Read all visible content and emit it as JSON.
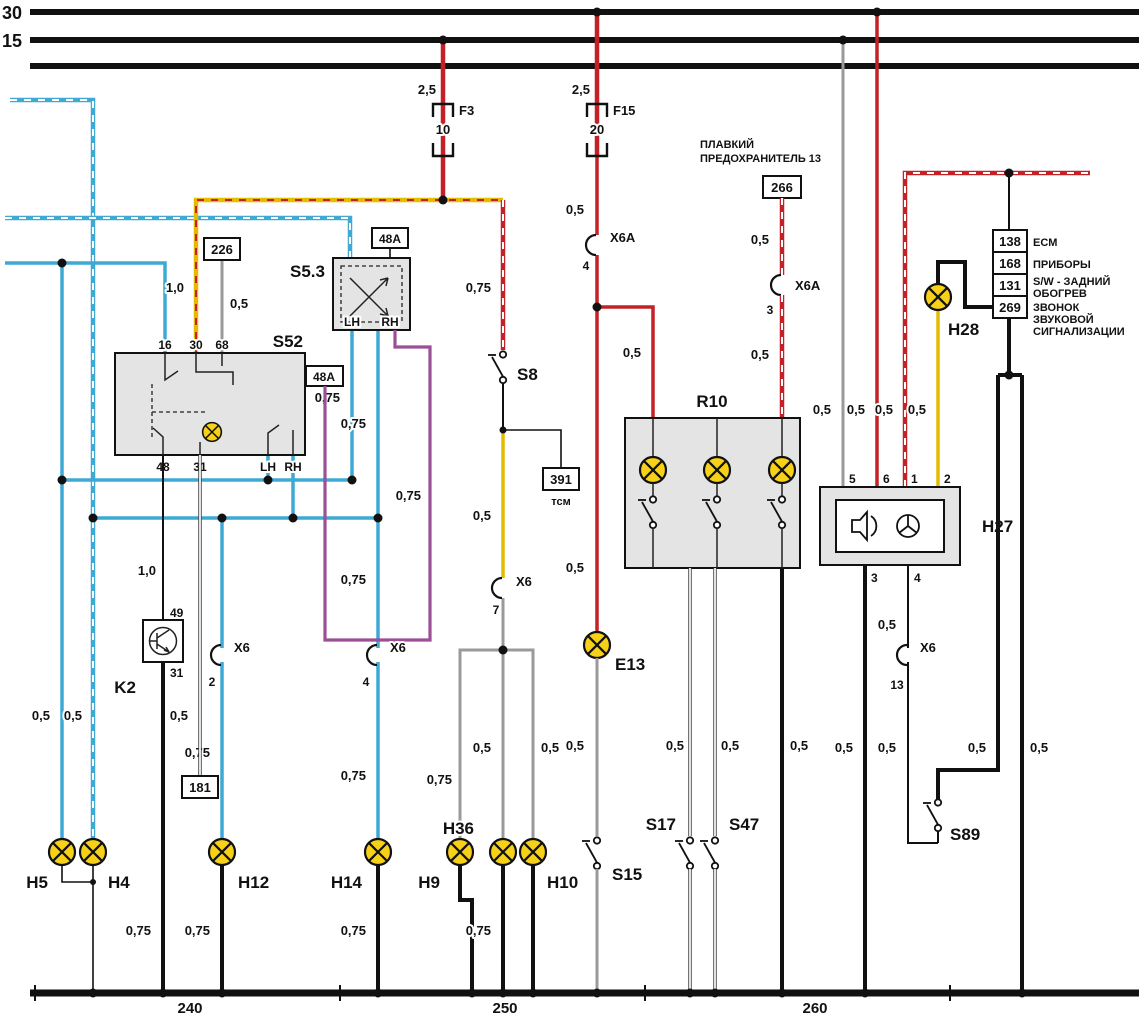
{
  "diagram": {
    "rails": {
      "r30": "30",
      "r15": "15"
    },
    "sections": [
      "240",
      "250",
      "260"
    ]
  },
  "fuses": {
    "f3": {
      "name": "F3",
      "rating": "10"
    },
    "f15": {
      "name": "F15",
      "rating": "20"
    }
  },
  "fusible_link": {
    "line1": "ПЛАВКИЙ",
    "line2": "ПРЕДОХРАНИТЕЛЬ 13"
  },
  "connectors": {
    "x6a_4": {
      "name": "X6A",
      "pin": "4"
    },
    "x6a_3": {
      "name": "X6A",
      "pin": "3"
    },
    "x6_7": {
      "name": "X6",
      "pin": "7"
    },
    "x6_2": {
      "name": "X6",
      "pin": "2"
    },
    "x6_4": {
      "name": "X6",
      "pin": "4"
    },
    "x6_13": {
      "name": "X6",
      "pin": "13"
    }
  },
  "components": {
    "s52": {
      "name": "S52",
      "pin16": "16",
      "pin30": "30",
      "pin68": "68",
      "pin48": "48",
      "pin31": "31",
      "pinLH": "LH",
      "pinRH": "RH",
      "pin48a": "48A"
    },
    "s53": {
      "name": "S5.3",
      "pin48a": "48A",
      "pinLH": "LH",
      "pinRH": "RH"
    },
    "k2": {
      "name": "K2",
      "pin49": "49",
      "pin31": "31"
    },
    "s8": {
      "name": "S8"
    },
    "r10": {
      "name": "R10"
    },
    "h27": {
      "name": "H27",
      "pin5": "5",
      "pin6": "6",
      "pin1": "1",
      "pin2": "2",
      "pin3": "3",
      "pin4": "4"
    },
    "h28": {
      "name": "H28"
    },
    "e13": {
      "name": "E13"
    },
    "s15": {
      "name": "S15"
    },
    "s17": {
      "name": "S17"
    },
    "s47": {
      "name": "S47"
    },
    "s89": {
      "name": "S89"
    },
    "h5": {
      "name": "H5"
    },
    "h4": {
      "name": "H4"
    },
    "h12": {
      "name": "H12"
    },
    "h14": {
      "name": "H14"
    },
    "h9": {
      "name": "H9"
    },
    "h36": {
      "name": "H36"
    },
    "h10": {
      "name": "H10"
    }
  },
  "references": {
    "r226": "226",
    "r48a_top": "48A",
    "r48a_side": "48A",
    "r181": "181",
    "r391": "391",
    "r391_note": "тсм",
    "r266": "266",
    "table": [
      {
        "num": "138",
        "lines": [
          "ECM"
        ]
      },
      {
        "num": "168",
        "lines": [
          "ПРИБОРЫ"
        ]
      },
      {
        "num": "131",
        "lines": [
          "S/W - ЗАДНИЙ",
          "ОБОГРЕВ"
        ]
      },
      {
        "num": "269",
        "lines": [
          "ЗВОНОК",
          "ЗВУКОВОЙ",
          "СИГНАЛИ3АЦИИ"
        ]
      }
    ]
  },
  "g": {
    "f3": "2,5",
    "f15": "2,5",
    "x6a4": "0,5",
    "r10_in": "0,5",
    "e13_top": "0,5",
    "e13_bot": "0,5",
    "link_top": "0,5",
    "link_bot": "0,5",
    "r10_o1": "0,5",
    "r10_o2": "0,5",
    "r10_o3": "0,5",
    "s52_30": "1,0",
    "s52_68": "0,5",
    "s8_top": "0,75",
    "s8_mid": "0,5",
    "h9": "0,75",
    "h36_top": "0,5",
    "h10_top": "0,5",
    "h36_gnd": "0,75",
    "s53_lh": "0,75",
    "h14_a": "0,75",
    "h14_b": "0,75",
    "h14_c": "0,75",
    "h14_gnd": "0,75",
    "mirror": "0,75",
    "k2_top": "1,0",
    "k2_gnd": "0,75",
    "s52_31": "0,5",
    "h12_top": "0,75",
    "h12_gnd": "0,75",
    "h5": "0,5",
    "h4": "0,5",
    "h27_5": "0,5",
    "h27_6": "0,5",
    "h27_1": "0,5",
    "h27_2": "0,5",
    "h27_3": "0,5",
    "h27_4a": "0,5",
    "h27_4b": "0,5",
    "r_a": "0,5",
    "r_b": "0,5"
  }
}
